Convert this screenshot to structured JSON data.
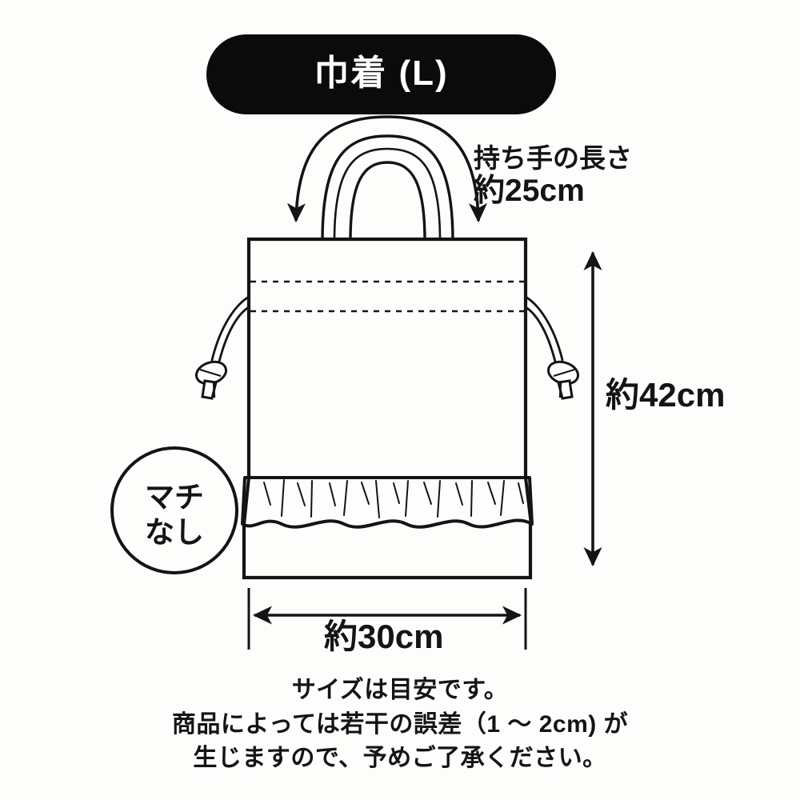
{
  "title_badge": {
    "label": "巾着 (L)",
    "background_color": "#0b0b0b",
    "text_color": "#ffffff"
  },
  "annotations": {
    "handle_length": {
      "line1": "持ち手の長さ",
      "line2": "約25cm",
      "value_cm": 25
    },
    "height": {
      "label": "約42cm",
      "value_cm": 42
    },
    "width": {
      "label": "約30cm",
      "value_cm": 30
    },
    "gusset": {
      "line1": "マチ",
      "line2": "なし"
    }
  },
  "footer_note": {
    "line1": "サイズは目安です。",
    "line2": "商品によっては若干の誤差（1 ～ 2cm) が",
    "line3": "生じますので、予めご了承ください。"
  },
  "colors": {
    "background": "#fdfdfb",
    "ink": "#141414",
    "badge": "#0b0b0b"
  },
  "diagram": {
    "product": "drawstring-bag",
    "features": [
      "handle-arc",
      "drawstring-channel",
      "drawstring-cord-left",
      "drawstring-cord-right",
      "cord-knot-left",
      "cord-knot-right",
      "ruffle-frill",
      "wavy-hem",
      "height-dimension-arrow",
      "width-dimension-arrow",
      "handle-measure-arc"
    ]
  }
}
